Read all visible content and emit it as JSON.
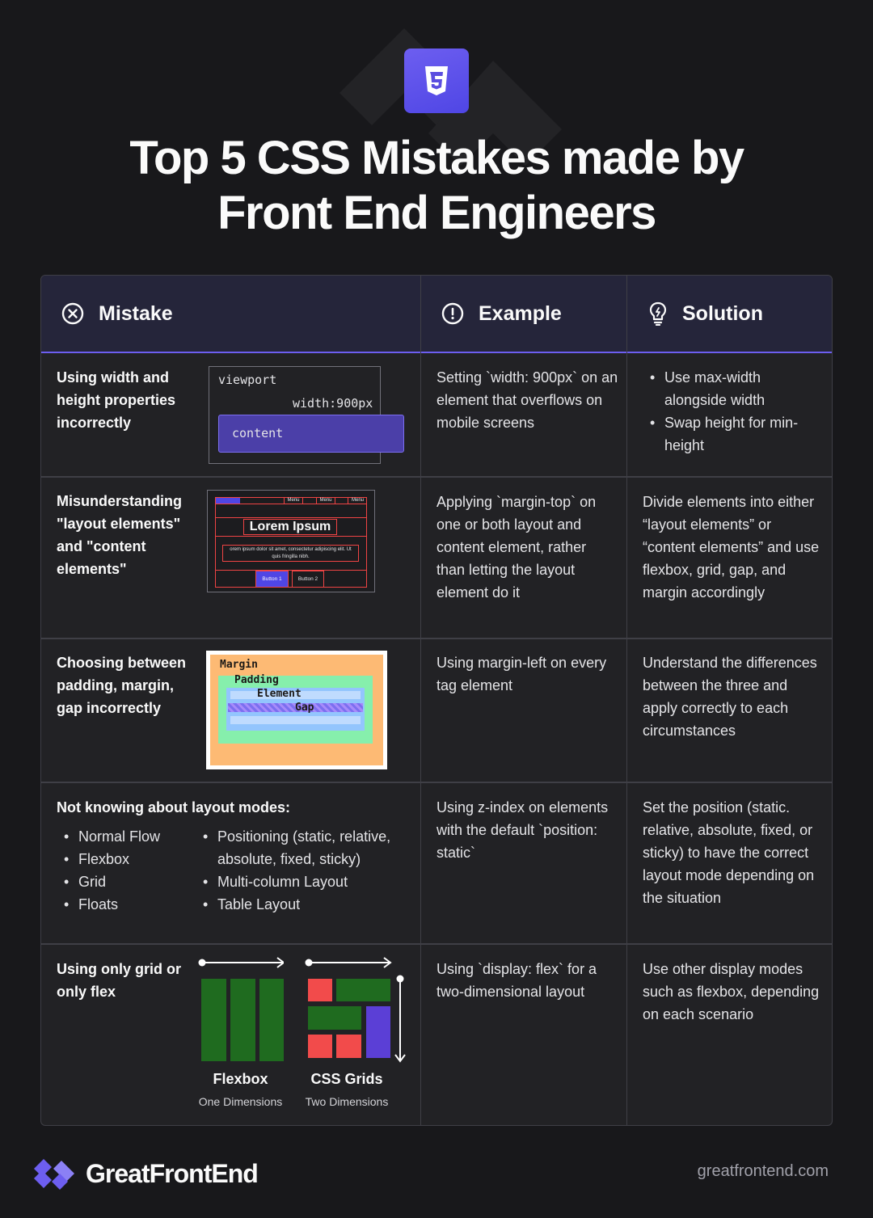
{
  "header": {
    "title_line1": "Top 5 CSS Mistakes made by",
    "title_line2": "Front End Engineers",
    "badge_icon": "css3-icon"
  },
  "table": {
    "columns": [
      {
        "label": "Mistake",
        "icon": "x-circle-icon"
      },
      {
        "label": "Example",
        "icon": "exclamation-circle-icon"
      },
      {
        "label": "Solution",
        "icon": "lightbulb-icon"
      }
    ],
    "rows": [
      {
        "mistake": "Using width and height properties incorrectly",
        "illustration": {
          "viewport": "viewport",
          "width": "width:900px",
          "content": "content"
        },
        "example": "Setting `width: 900px` on an element that overflows on mobile screens",
        "solution": [
          "Use max-width alongside width",
          "Swap height for min-height"
        ]
      },
      {
        "mistake": "Misunderstanding \"layout elements\" and \"content elements\"",
        "illustration": {
          "menu": [
            "Menu",
            "Menu",
            "Menu"
          ],
          "heading": "Lorem Ipsum",
          "body": "orem ipsum dolor sit amet, consectetur adipiscing elit. Ut quis fringilla nibh.",
          "button1": "Button 1",
          "button2": "Button 2"
        },
        "example": "Applying `margin-top` on one or both layout and content element, rather than letting the layout element do it",
        "solution": "Divide elements into either “layout elements” or “content elements” and use flexbox, grid, gap, and margin accordingly"
      },
      {
        "mistake": "Choosing between padding, margin, gap incorrectly",
        "illustration": {
          "margin": "Margin",
          "padding": "Padding",
          "element": "Element",
          "gap": "Gap"
        },
        "example": "Using margin-left on every tag element",
        "solution": "Understand the differences between the three and apply correctly to each circumstances"
      },
      {
        "mistake": "Not knowing about layout modes:",
        "modes_left": [
          "Normal Flow",
          "Flexbox",
          "Grid",
          "Floats"
        ],
        "modes_right": [
          "Positioning (static, relative, absolute, fixed, sticky)",
          "Multi-column Layout",
          "Table Layout"
        ],
        "example": "Using z-index on elements with the default `position: static`",
        "solution": "Set the position (static. relative, absolute, fixed, or sticky) to have the correct layout mode depending on the situation"
      },
      {
        "mistake": "Using only grid or only flex",
        "illustration": {
          "flex_label": "Flexbox",
          "flex_sub": "One Dimensions",
          "grid_label": "CSS Grids",
          "grid_sub": "Two Dimensions"
        },
        "example": "Using `display: flex` for a two-dimensional layout",
        "solution": "Use other display modes such as flexbox, depending on each scenario"
      }
    ]
  },
  "footer": {
    "brand": "GreatFrontEnd",
    "url": "greatfrontend.com",
    "logo_icon": "greatfrontend-logo-icon"
  },
  "colors": {
    "background": "#18181b",
    "accent": "#6d5ef0",
    "green": "#1f6b1f",
    "red": "#f24b4b",
    "purple": "#5b3fd6"
  }
}
